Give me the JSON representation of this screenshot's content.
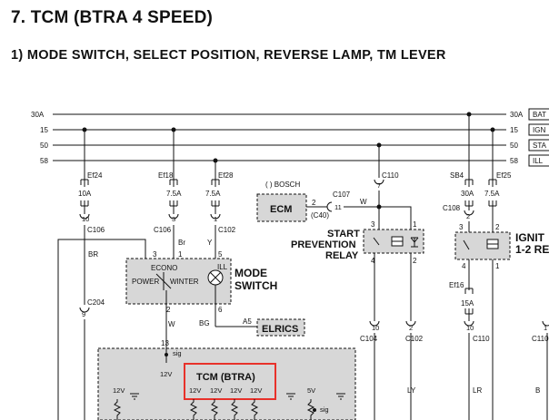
{
  "heading": "7.  TCM (BTRA 4 SPEED)",
  "subheading": "1)   MODE SWITCH, SELECT POSITION, REVERSE LAMP, TM LEVER",
  "power_lines": [
    {
      "label_left": "30A",
      "label_right": "30A",
      "tag": "BAT"
    },
    {
      "label_left": "15",
      "label_right": "15",
      "tag": "IGN"
    },
    {
      "label_left": "50",
      "label_right": "50",
      "tag": "STA"
    },
    {
      "label_left": "58",
      "label_right": "58",
      "tag": "ILL"
    }
  ],
  "fuses": [
    {
      "id": "Ef24",
      "rating": "10A",
      "pin": "10",
      "connector": "C106"
    },
    {
      "id": "Ef18",
      "rating": "7.5A",
      "pin": "3",
      "connector": "C106"
    },
    {
      "id": "Ef28",
      "rating": "7.5A",
      "pin": "1",
      "connector": "C102"
    },
    {
      "id": "SB4",
      "rating": "30A",
      "pin": "2",
      "connector": "C108"
    },
    {
      "id": "Ef25",
      "rating": "7.5A",
      "pin": "2",
      "connector": ""
    },
    {
      "id": "Ef16",
      "rating": "15A",
      "pin": "4",
      "connector": "C110"
    }
  ],
  "ecm": {
    "label": "ECM",
    "bosch_note": "( ) BOSCH",
    "pin": "2",
    "connector_paren": "(C40)",
    "c107": "C107",
    "c107_pin": "11",
    "wire": "W"
  },
  "c110_top": {
    "connector": "C110",
    "pin": "7"
  },
  "start_relay": {
    "line1": "START",
    "line2": "PREVENTION",
    "line3": "RELAY",
    "pins": [
      "3",
      "1",
      "4",
      "2"
    ]
  },
  "ign_relay": {
    "line1": "IGNIT",
    "line2": "1-2 RE",
    "pins": [
      "3",
      "4",
      "2",
      "1"
    ]
  },
  "mode_switch": {
    "title1": "MODE",
    "title2": "SWITCH",
    "econo": "ECONO",
    "power": "POWER",
    "winter": "WINTER",
    "ill": "ILL",
    "pins": [
      "3",
      "1",
      "5",
      "2",
      "6"
    ],
    "wires": [
      "Br",
      "Y",
      "W",
      "BG"
    ]
  },
  "elrics": {
    "label": "ELRICS",
    "pin": "A5"
  },
  "left_wire": {
    "color": "BR",
    "c204": "C204",
    "pin": "9"
  },
  "tcm": {
    "label": "TCM (BTRA)",
    "pin13": "13",
    "sig": "sig",
    "v12": "12V",
    "bottom_12v": [
      "12V",
      "12V",
      "12V",
      "12V"
    ],
    "left_12v": "12V",
    "v5": "5V",
    "sig2": "sig"
  },
  "lower_connectors": [
    {
      "pin": "10",
      "connector": "C104"
    },
    {
      "pin": "2",
      "connector": "C102"
    },
    {
      "pin": "10",
      "connector": "C110"
    },
    {
      "pin": "1",
      "connector": "C110"
    }
  ],
  "lower_wires": [
    "LY",
    "LR",
    "B"
  ],
  "highlight_color": "#e8312a"
}
